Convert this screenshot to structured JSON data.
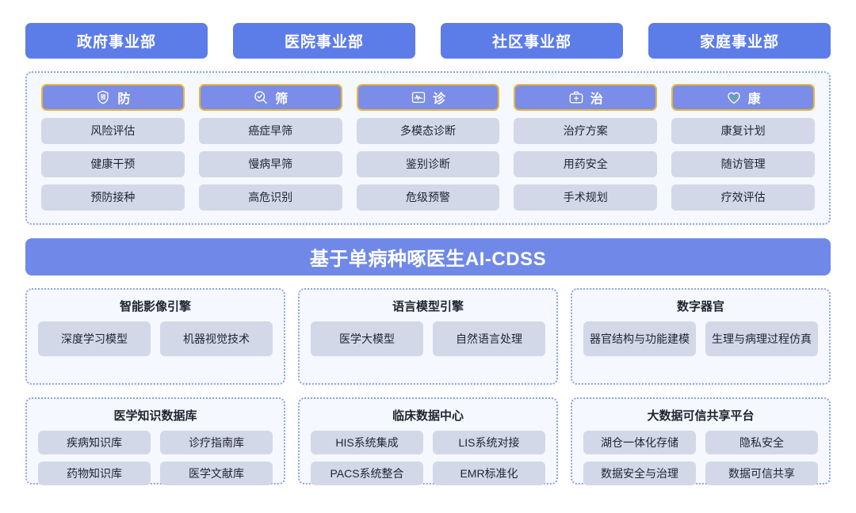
{
  "departments": [
    {
      "label": "政府事业部"
    },
    {
      "label": "医院事业部"
    },
    {
      "label": "社区事业部"
    },
    {
      "label": "家庭事业部"
    }
  ],
  "pillars": [
    {
      "label": "防",
      "icon": "shield-yu-icon",
      "items": [
        "风险评估",
        "健康干预",
        "预防接种"
      ]
    },
    {
      "label": "筛",
      "icon": "search-check-icon",
      "items": [
        "癌症早筛",
        "慢病早筛",
        "高危识别"
      ]
    },
    {
      "label": "诊",
      "icon": "ecg-monitor-icon",
      "items": [
        "多模态诊断",
        "鉴别诊断",
        "危级预警"
      ]
    },
    {
      "label": "治",
      "icon": "medical-kit-icon",
      "items": [
        "治疗方案",
        "用药安全",
        "手术规划"
      ]
    },
    {
      "label": "康",
      "icon": "heart-pulse-icon",
      "items": [
        "康复计划",
        "随访管理",
        "疗效评估"
      ]
    }
  ],
  "banner": {
    "title": "基于单病种啄医生AI-CDSS"
  },
  "engines": [
    {
      "title": "智能影像引擎",
      "items": [
        "深度学习模型",
        "机器视觉技术"
      ]
    },
    {
      "title": "语言模型引擎",
      "items": [
        "医学大模型",
        "自然语言处理"
      ]
    },
    {
      "title": "数字器官",
      "items": [
        "器官结构与功能建模",
        "生理与病理过程仿真"
      ]
    }
  ],
  "data_platforms": [
    {
      "title": "医学知识数据库",
      "items": [
        "疾病知识库",
        "诊疗指南库",
        "药物知识库",
        "医学文献库"
      ]
    },
    {
      "title": "临床数据中心",
      "items": [
        "HIS系统集成",
        "LIS系统对接",
        "PACS系统整合",
        "EMR标准化"
      ]
    },
    {
      "title": "大数据可信共享平台",
      "items": [
        "湖仓一体化存储",
        "隐私安全",
        "数据安全与治理",
        "数据可信共享"
      ]
    }
  ],
  "colors": {
    "dept_button": "#5C7CE8",
    "pillar_head": "#7B8DE8",
    "pillar_head_border": "#E8B83A",
    "chip": "#D2D8E8",
    "banner": "#7089E8",
    "panel_bg": "#F5F8FE",
    "panel_border": "#8AA4E8",
    "heart_pulse_accent": "#3FBF6F"
  }
}
